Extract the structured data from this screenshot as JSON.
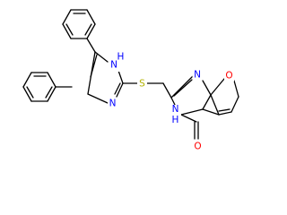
{
  "molecule": {
    "atom_labels": {
      "imidazole_nh": "H",
      "imidazole_n1": "N",
      "imidazole_n3": "N",
      "sulfur": "S",
      "pyrimidine_n": "N",
      "pyrimidine_nh_n": "N",
      "pyrimidine_nh_h": "H",
      "furan_o": "O",
      "carbonyl_o": "O"
    },
    "colors": {
      "bond": "#000000",
      "nitrogen": "#0000ff",
      "sulfur": "#b2b200",
      "oxygen": "#ff0000"
    }
  }
}
